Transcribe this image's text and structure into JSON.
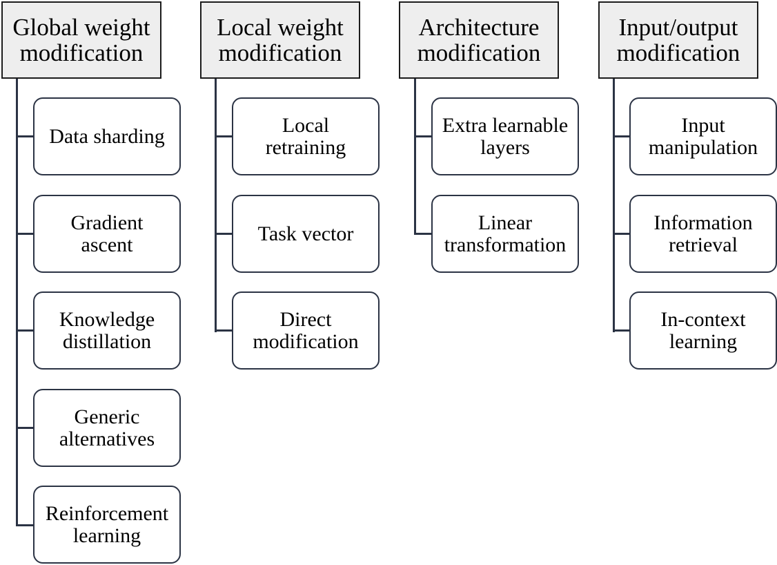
{
  "diagram": {
    "columns": [
      {
        "header": "Global weight\nmodification",
        "items": [
          "Data sharding",
          "Gradient\nascent",
          "Knowledge\ndistillation",
          "Generic\nalternatives",
          "Reinforcement\nlearning"
        ]
      },
      {
        "header": "Local weight\nmodification",
        "items": [
          "Local\nretraining",
          "Task vector",
          "Direct\nmodification"
        ]
      },
      {
        "header": "Architecture\nmodification",
        "items": [
          "Extra learnable\nlayers",
          "Linear\ntransformation"
        ]
      },
      {
        "header": "Input/output\nmodification",
        "items": [
          "Input\nmanipulation",
          "Information\nretrieval",
          "In-context\nlearning"
        ]
      }
    ],
    "colors": {
      "header_fill": "#eeeeee",
      "header_border": "#1b1b1b",
      "item_border": "#2b3344",
      "connector": "#2b3344"
    }
  }
}
